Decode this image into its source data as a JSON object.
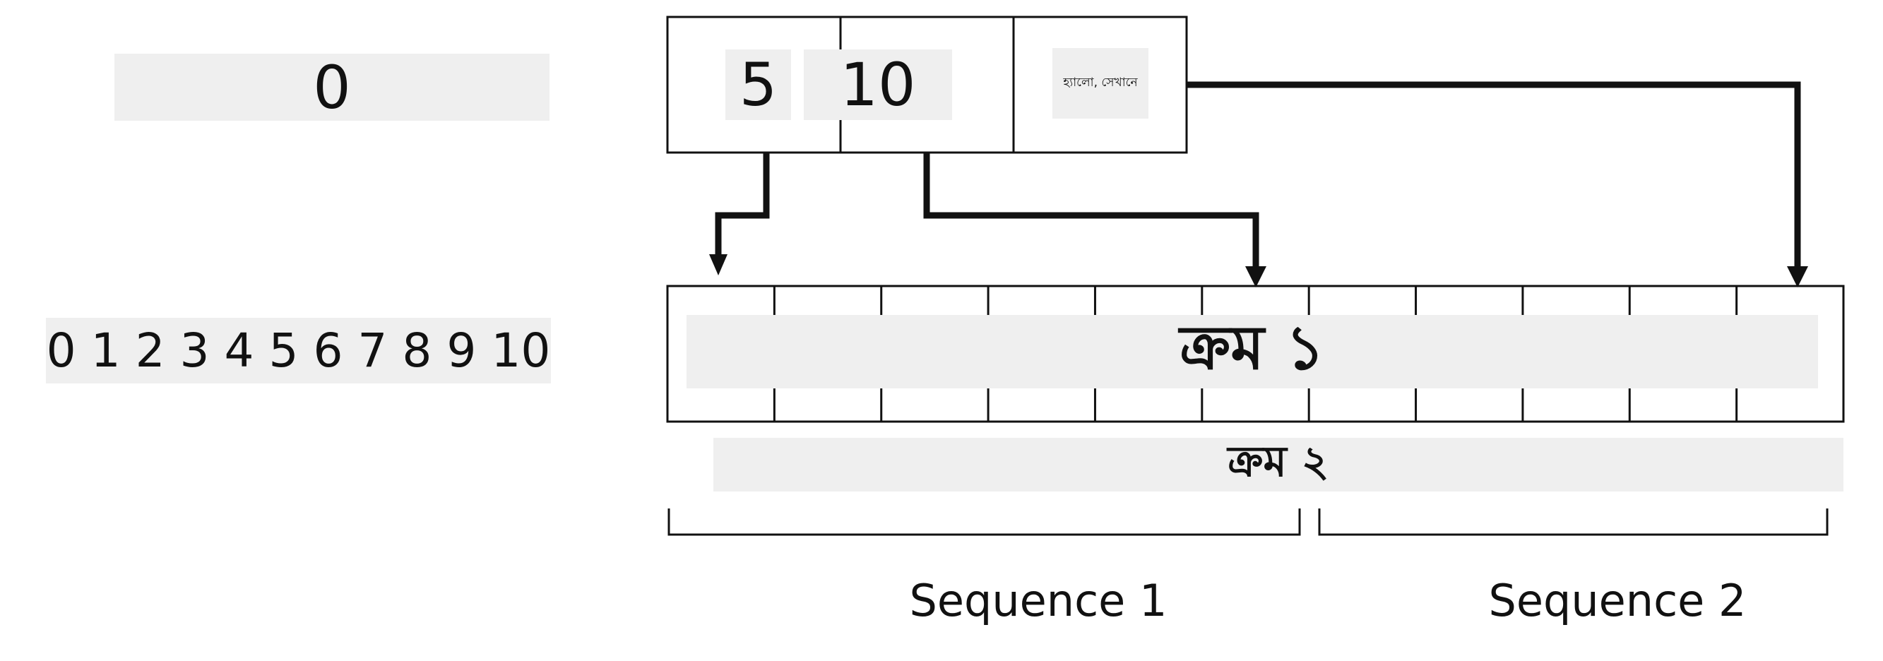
{
  "left": {
    "start_value": "0",
    "index_row": "0 1 2 3 4 5 6 7 8 9 10"
  },
  "header_box": {
    "offset": "5",
    "length": "10",
    "string_value": "হ্যালো, সেখানে"
  },
  "buffer": {
    "cell_count": 11,
    "label": "ক্রম ১"
  },
  "second_label": "ক্রম ২",
  "sequences": [
    "Sequence 1",
    "Sequence 2"
  ],
  "colors": {
    "stroke": "#111111",
    "highlight": "#efefef",
    "background": "#ffffff"
  }
}
